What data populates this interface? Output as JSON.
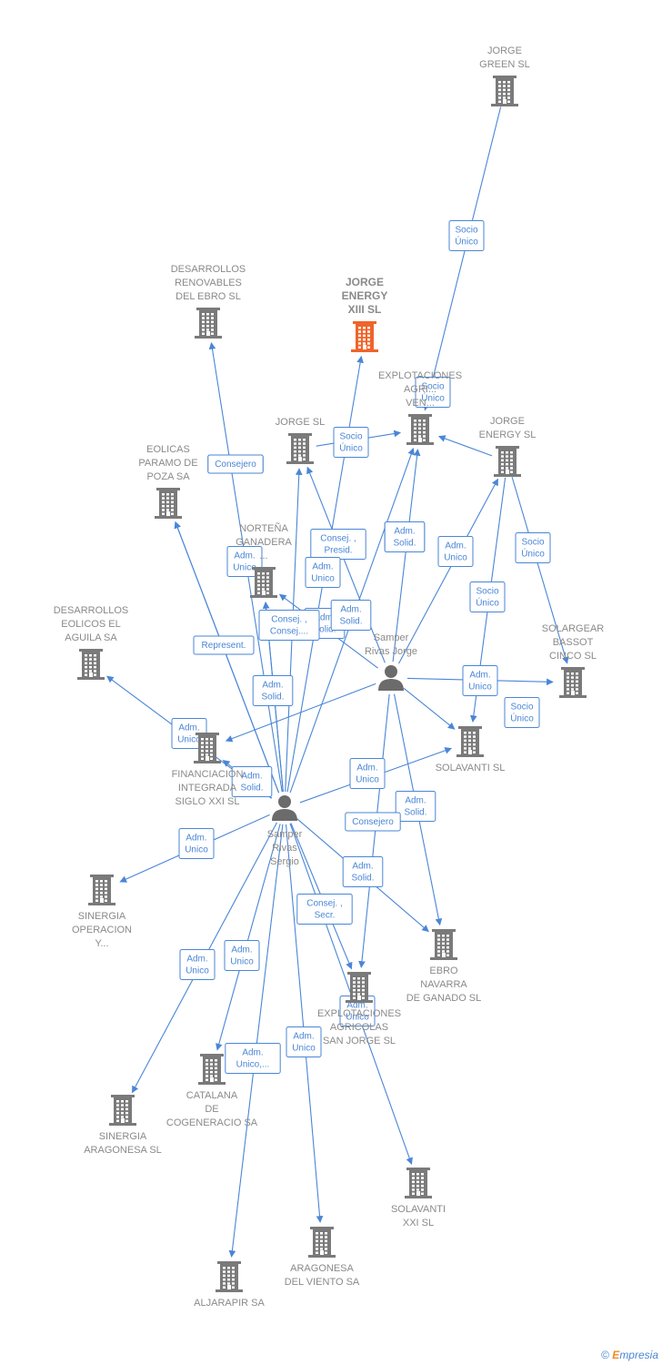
{
  "colors": {
    "edge": "#4a86d6",
    "building": "#7a7a7a",
    "building_highlight": "#f0642b",
    "person": "#6b6b6b"
  },
  "nodes": [
    {
      "id": "jorge_green",
      "type": "company",
      "label": [
        "JORGE",
        "GREEN  SL"
      ]
    },
    {
      "id": "jorge_energy_xiii",
      "type": "company",
      "highlight": true,
      "label": [
        "JORGE",
        "ENERGY",
        "XIII  SL"
      ]
    },
    {
      "id": "desarrollos_ebro",
      "type": "company",
      "label": [
        "DESARROLLOS",
        "RENOVABLES",
        "DEL EBRO SL"
      ]
    },
    {
      "id": "explotaciones_ven",
      "type": "company",
      "label": [
        "EXPLOTACIONES",
        "AGRI...",
        "VEN..."
      ]
    },
    {
      "id": "jorge_sl",
      "type": "company",
      "label": [
        "JORGE SL"
      ]
    },
    {
      "id": "jorge_energy_sl",
      "type": "company",
      "label": [
        "JORGE",
        "ENERGY SL"
      ]
    },
    {
      "id": "eolicas_paramo",
      "type": "company",
      "label": [
        "EOLICAS",
        "PARAMO DE",
        "POZA SA"
      ]
    },
    {
      "id": "nortena",
      "type": "company",
      "label": [
        "NORTEÑA",
        "GANADERA",
        "..."
      ]
    },
    {
      "id": "desarrollos_aguila",
      "type": "company",
      "label": [
        "DESARROLLOS",
        "EOLICOS EL",
        "AGUILA SA"
      ]
    },
    {
      "id": "solargear",
      "type": "company",
      "label": [
        "SOLARGEAR",
        "BASSOT",
        "CINCO SL"
      ]
    },
    {
      "id": "samper_jorge",
      "type": "person",
      "label": [
        "Samper",
        "Rivas Jorge"
      ]
    },
    {
      "id": "solavanti",
      "type": "company",
      "label": [
        "SOLAVANTI SL"
      ]
    },
    {
      "id": "financiacion",
      "type": "company",
      "label": [
        "FINANCIACION",
        "INTEGRADA",
        "SIGLO XXI  SL"
      ]
    },
    {
      "id": "samper_sergio",
      "type": "person",
      "label": [
        "Samper",
        "Rivas",
        "Sergio"
      ]
    },
    {
      "id": "sinergia_operacion",
      "type": "company",
      "label": [
        "SINERGIA",
        "OPERACION",
        "Y..."
      ]
    },
    {
      "id": "ebro_navarra",
      "type": "company",
      "label": [
        "EBRO",
        "NAVARRA",
        "DE GANADO SL"
      ]
    },
    {
      "id": "explotaciones_san_jorge",
      "type": "company",
      "label": [
        "EXPLOTACIONES",
        "AGRICOLAS",
        "SAN JORGE SL"
      ]
    },
    {
      "id": "catalana",
      "type": "company",
      "label": [
        "CATALANA",
        "DE",
        "COGENERACIO SA"
      ]
    },
    {
      "id": "sinergia_aragonesa",
      "type": "company",
      "label": [
        "SINERGIA",
        "ARAGONESA SL"
      ]
    },
    {
      "id": "solavanti_xxi",
      "type": "company",
      "label": [
        "SOLAVANTI",
        "XXI SL"
      ]
    },
    {
      "id": "aragonesa_viento",
      "type": "company",
      "label": [
        "ARAGONESA",
        "DEL VIENTO SA"
      ]
    },
    {
      "id": "aljarapir",
      "type": "company",
      "label": [
        "ALJARAPIR SA"
      ]
    }
  ],
  "edges": [
    {
      "from": "jorge_green",
      "to": "explotaciones_ven",
      "label": [
        "Socio",
        "Único"
      ]
    },
    {
      "from": "jorge_energy_sl",
      "to": "explotaciones_ven",
      "label": [
        "Socio",
        "Único"
      ]
    },
    {
      "from": "jorge_sl",
      "to": "explotaciones_ven",
      "label": [
        "Socio",
        "Único"
      ]
    },
    {
      "from": "jorge_energy_sl",
      "to": "solargear",
      "label": [
        "Socio",
        "Único"
      ]
    },
    {
      "from": "jorge_energy_sl",
      "to": "solavanti",
      "label": [
        "Socio",
        "Único"
      ]
    },
    {
      "from": "samper_jorge",
      "to": "solargear",
      "label": [
        "Socio",
        "Único"
      ]
    },
    {
      "from": "samper_sergio",
      "to": "desarrollos_ebro",
      "label": [
        "Consejero"
      ]
    },
    {
      "from": "samper_sergio",
      "to": "eolicas_paramo",
      "label": [
        "Consejero"
      ]
    },
    {
      "from": "samper_sergio",
      "to": "jorge_energy_xiii",
      "label": [
        "Consej. ,",
        "Presid."
      ]
    },
    {
      "from": "samper_sergio",
      "to": "jorge_sl",
      "label": [
        "Adm.",
        "Unico"
      ]
    },
    {
      "from": "samper_sergio",
      "to": "nortena",
      "label": [
        "Adm.",
        "Unico"
      ]
    },
    {
      "from": "samper_sergio",
      "to": "explotaciones_ven",
      "label": [
        "Adm.",
        "Solid."
      ]
    },
    {
      "from": "samper_jorge",
      "to": "jorge_energy_sl",
      "label": [
        "Adm.",
        "Unico"
      ]
    },
    {
      "from": "samper_jorge",
      "to": "explotaciones_ven",
      "label": [
        "Adm.",
        "Solid."
      ]
    },
    {
      "from": "samper_jorge",
      "to": "jorge_sl",
      "label": [
        "Adm.",
        "Solid."
      ]
    },
    {
      "from": "samper_jorge",
      "to": "nortena",
      "label": [
        "Consej. ,",
        "Consej...."
      ]
    },
    {
      "from": "samper_sergio",
      "to": "eolicas_paramo",
      "label": [
        "Represent."
      ]
    },
    {
      "from": "samper_sergio",
      "to": "nortena",
      "label": [
        "Adm.",
        "Solid."
      ]
    },
    {
      "from": "samper_jorge",
      "to": "financiacion",
      "label": [
        "Adm.",
        "Solid."
      ]
    },
    {
      "from": "samper_sergio",
      "to": "desarrollos_aguila",
      "label": [
        "Adm.",
        "Unico"
      ]
    },
    {
      "from": "samper_sergio",
      "to": "financiacion",
      "label": [
        "Adm.",
        "Solid."
      ]
    },
    {
      "from": "samper_jorge",
      "to": "solavanti",
      "label": [
        "Adm.",
        "Unico"
      ]
    },
    {
      "from": "samper_sergio",
      "to": "solavanti",
      "label": [
        "Adm.",
        "Unico"
      ]
    },
    {
      "from": "samper_jorge",
      "to": "ebro_navarra",
      "label": [
        "Adm.",
        "Solid."
      ]
    },
    {
      "from": "samper_jorge",
      "to": "explotaciones_san_jorge",
      "label": [
        "Consejero"
      ]
    },
    {
      "from": "samper_sergio",
      "to": "sinergia_operacion",
      "label": [
        "Adm.",
        "Unico"
      ]
    },
    {
      "from": "samper_sergio",
      "to": "ebro_navarra",
      "label": [
        "Adm.",
        "Solid."
      ]
    },
    {
      "from": "samper_sergio",
      "to": "explotaciones_san_jorge",
      "label": [
        "Consej. ,",
        "Secr."
      ]
    },
    {
      "from": "samper_sergio",
      "to": "sinergia_aragonesa",
      "label": [
        "Adm.",
        "Unico"
      ]
    },
    {
      "from": "samper_sergio",
      "to": "catalana",
      "label": [
        "Adm.",
        "Unico"
      ]
    },
    {
      "from": "samper_sergio",
      "to": "solavanti_xxi",
      "label": [
        "Adm.",
        "Unico"
      ]
    },
    {
      "from": "samper_sergio",
      "to": "aljarapir",
      "label": [
        "Adm.",
        "Unico,..."
      ]
    },
    {
      "from": "samper_sergio",
      "to": "aragonesa_viento",
      "label": [
        "Adm.",
        "Unico"
      ]
    }
  ],
  "footer": {
    "copyright": "©",
    "brand_initial": "E",
    "brand_rest": "mpresia"
  }
}
